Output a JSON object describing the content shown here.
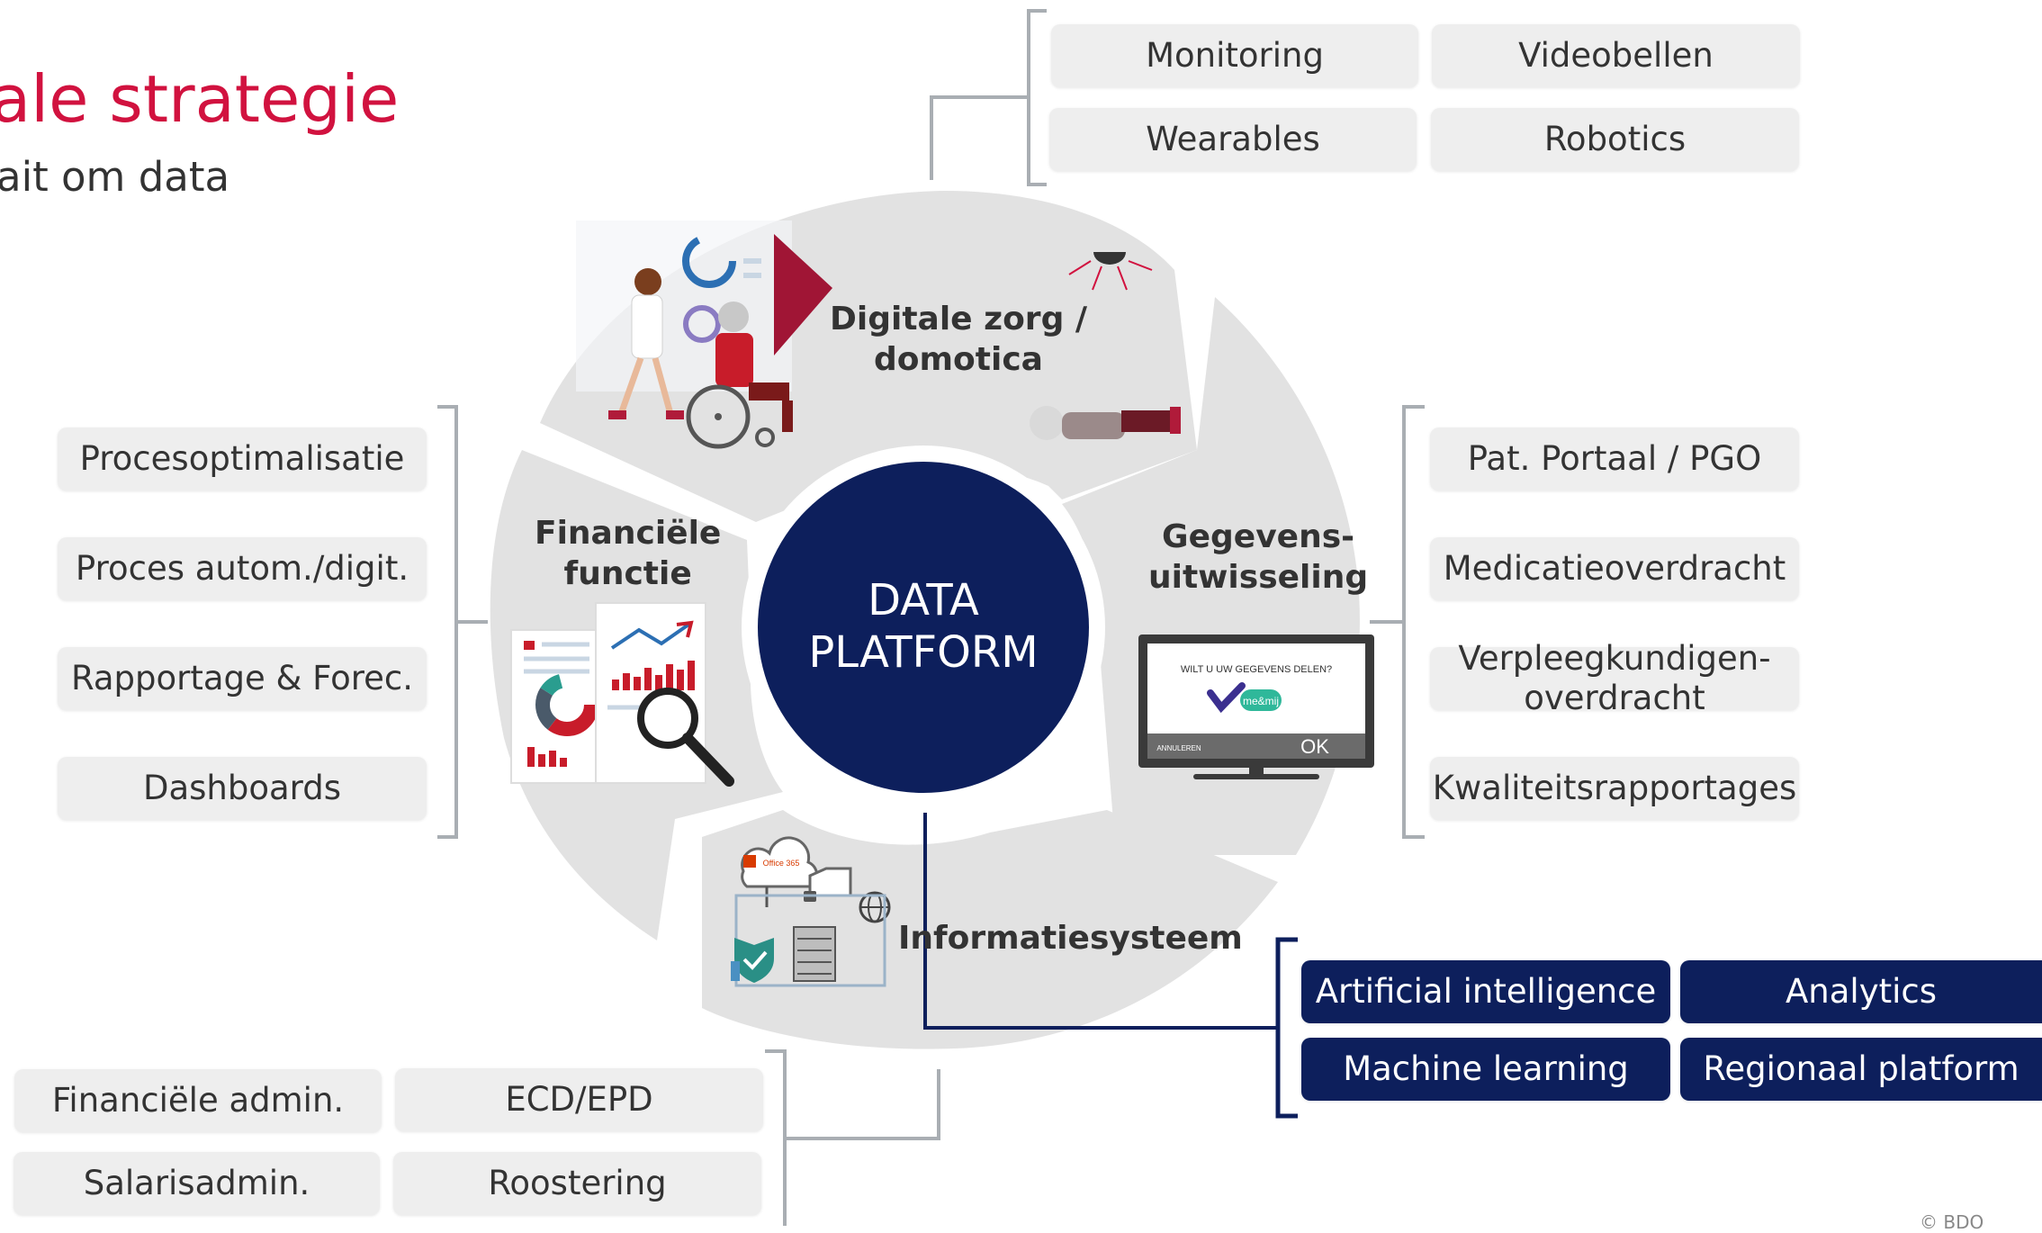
{
  "header": {
    "title": "ale strategie",
    "subtitle": "ait om data"
  },
  "center": {
    "line1": "DATA",
    "line2": "PLATFORM"
  },
  "segments": {
    "digitale_zorg": {
      "line1": "Digitale zorg /",
      "line2": "domotica"
    },
    "financiele": {
      "line1": "Financiële",
      "line2": "functie"
    },
    "gegevens": {
      "line1": "Gegevens-",
      "line2": "uitwisseling"
    },
    "informatie": {
      "line1": "Informatiesysteem"
    }
  },
  "top_boxes": [
    "Monitoring",
    "Videobellen",
    "Wearables",
    "Robotics"
  ],
  "left_boxes": [
    "Procesoptimalisatie",
    "Proces autom./digit.",
    "Rapportage & Forec.",
    "Dashboards"
  ],
  "right_boxes": [
    "Pat. Portaal / PGO",
    "Medicatieoverdracht",
    "Verpleegkundigen-",
    "overdracht",
    "Kwaliteitsrapportages"
  ],
  "bottom_boxes": [
    "Financiële admin.",
    "ECD/EPD",
    "Salarisadmin.",
    "Roostering"
  ],
  "ai_boxes": [
    "Artificial intelligence",
    "Analytics",
    "Machine learning",
    "Regionaal platform"
  ],
  "tv_screen": {
    "question": "WILT U UW GEGEVENS DELEN?",
    "cancel": "ANNULEREN",
    "ok": "OK",
    "logo": "me&mij"
  },
  "cloud_label": "Office 365",
  "copyright": "© BDO",
  "colors": {
    "accent_red": "#d1123f",
    "navy": "#0d1f5c",
    "segment_grey": "#e2e2e2",
    "box_grey": "#eeeeee",
    "bracket_grey": "#a9aeb3"
  }
}
